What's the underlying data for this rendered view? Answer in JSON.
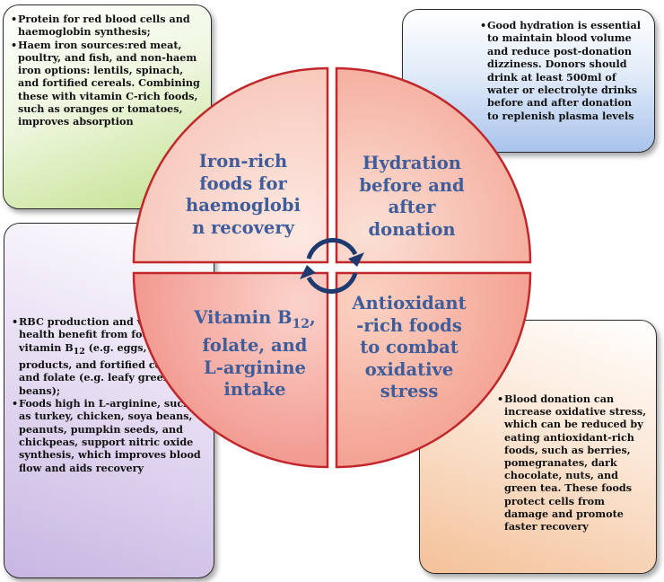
{
  "colors": {
    "quadrant_stroke": "#c0282b",
    "label_text": "#3f5d9a",
    "arrow": "#1f3a6e"
  },
  "quadrants": {
    "top_left": {
      "lines": [
        "Iron-rich",
        "foods for",
        "haemoglobi",
        "n recovery"
      ]
    },
    "top_right": {
      "lines": [
        "Hydration",
        "before and",
        "after",
        "donation"
      ]
    },
    "bottom_left": {
      "lines": [
        "folate, and",
        "L-arginine",
        "intake"
      ],
      "first_line_prefix": "Vitamin B",
      "first_line_sub": "12",
      "first_line_suffix": ","
    },
    "bottom_right": {
      "lines": [
        "Antioxidant",
        "-rich foods",
        "to combat",
        "oxidative",
        "stress"
      ]
    }
  },
  "center_icon": "refresh-cycle-icon",
  "boxes": {
    "top_left": {
      "items": [
        "Protein for red blood cells and haemoglobin synthesis;",
        "Haem iron sources:red meat, poultry, and fish, and non-haem iron options: lentils, spinach, and fortified cereals. Combining these with vitamin C-rich foods, such as oranges or tomatoes, improves absorption"
      ]
    },
    "top_right": {
      "items": [
        "Good hydration is essential to maintain blood volume and reduce post-donation dizziness. Donors should drink at least 500ml of water or electrolyte drinks before and after donation to replenish plasma levels"
      ]
    },
    "bottom_left": {
      "item1_before_sub": "RBC production and vascular health benefit from foods rich in vitamin B",
      "item1_sub": "12",
      "item1_after_sub": " (e.g. eggs, dairy products, and fortified cereals) and folate (e.g. leafy greens, beans);",
      "item2": "Foods high in L-arginine, such as turkey, chicken, soya beans, peanuts, pumpkin seeds, and chickpeas, support nitric oxide synthesis, which improves blood flow and aids recovery"
    },
    "bottom_right": {
      "items": [
        "Blood donation can increase oxidative stress, which can be reduced by eating antioxidant-rich foods, such as berries, pomegranates, dark chocolate, nuts, and green tea. These foods protect cells from damage and promote faster recovery"
      ]
    }
  }
}
